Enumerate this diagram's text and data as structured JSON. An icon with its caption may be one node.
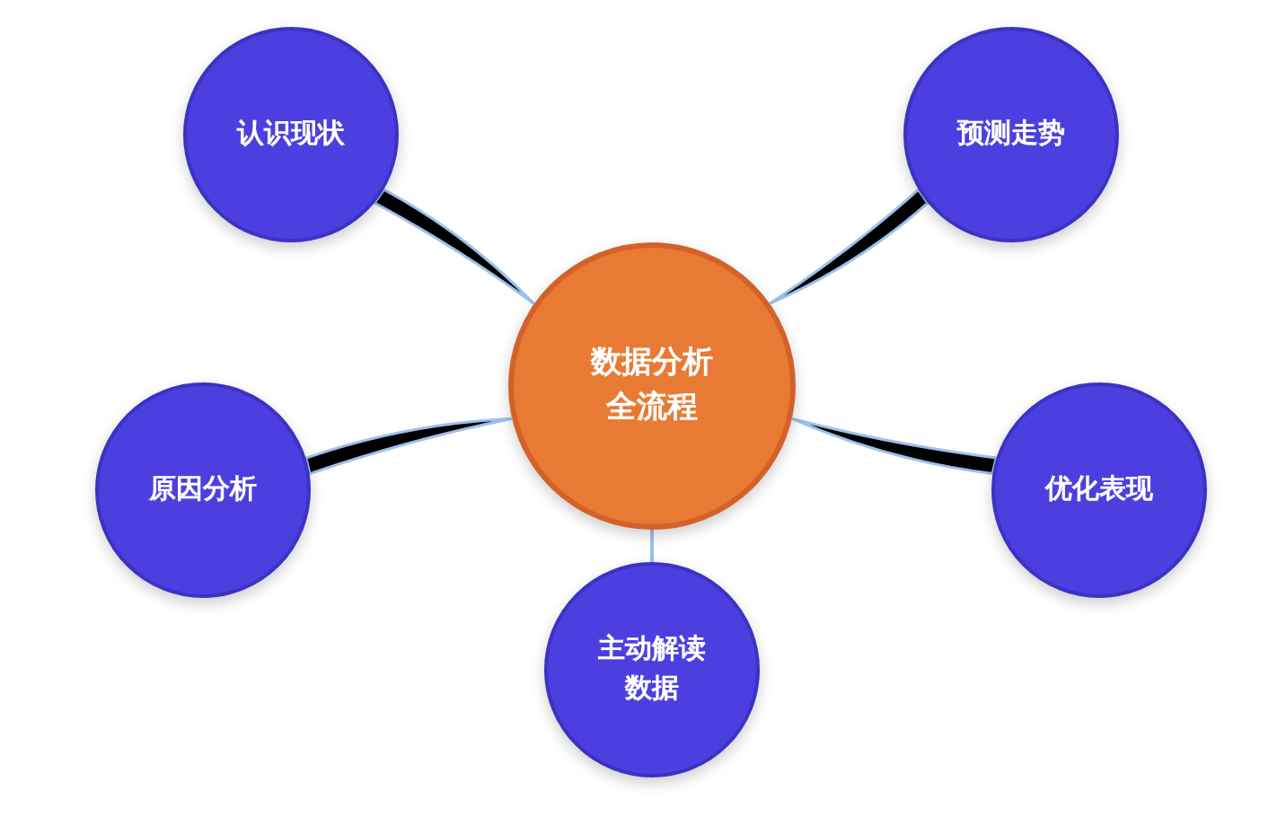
{
  "diagram": {
    "nodes": [
      {
        "text": [
          "认识现状"
        ]
      },
      {
        "text": [
          "预测走势"
        ]
      },
      {
        "text": [
          "数据分析全流程"
        ]
      },
      {
        "text": [
          "原因分析"
        ]
      },
      {
        "text": [
          "优化表现"
        ]
      },
      {
        "text": [
          "主动解读数据"
        ]
      }
    ],
    "edges": [
      {
        "from": 2,
        "to": 0,
        "arrow": "none"
      },
      {
        "from": 2,
        "to": 1,
        "arrow": "none"
      },
      {
        "from": 2,
        "to": 3,
        "arrow": "none"
      },
      {
        "from": 2,
        "to": 4,
        "arrow": "none"
      },
      {
        "from": 2,
        "to": 5,
        "arrow": "none"
      }
    ]
  }
}
